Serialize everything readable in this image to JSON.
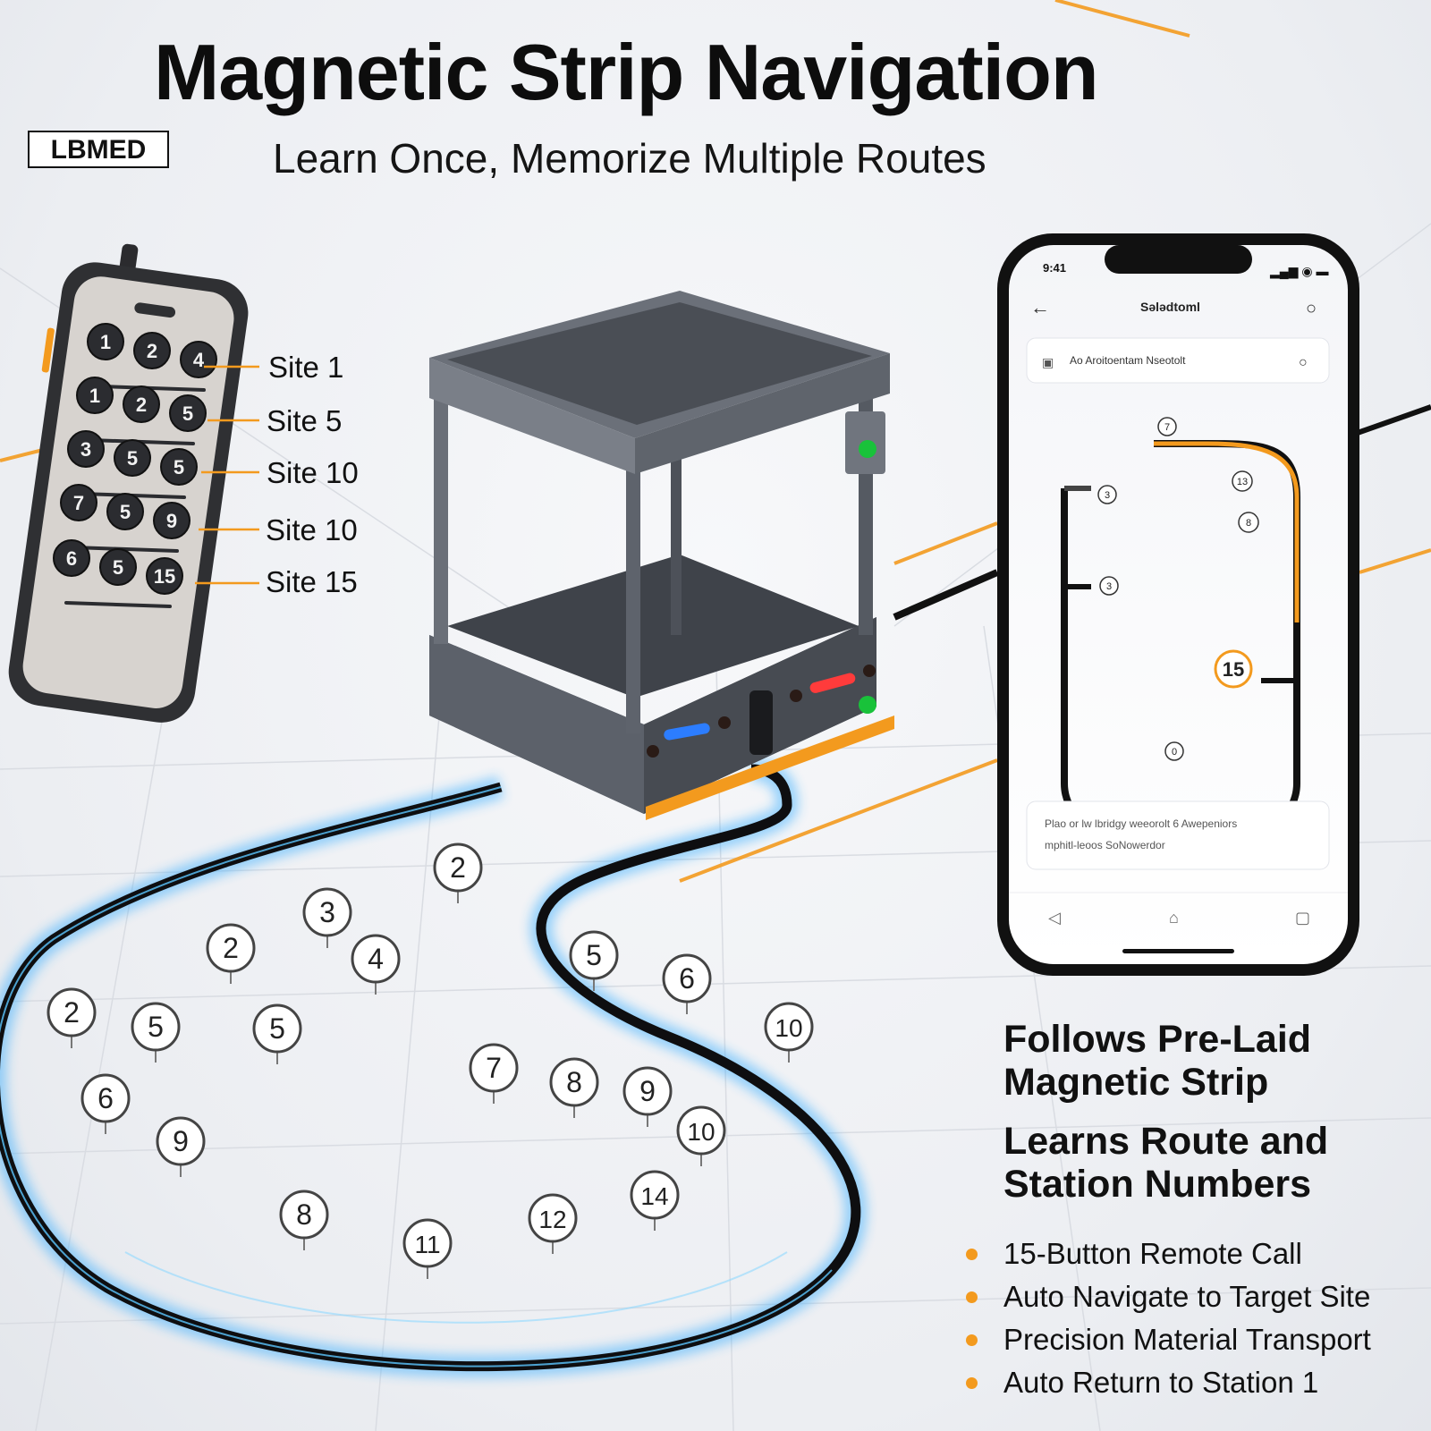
{
  "header": {
    "title": "Magnetic Strip Navigation",
    "brand": "LBMED",
    "subtitle": "Learn Once, Memorize Multiple Routes"
  },
  "remote": {
    "buttons": [
      "1",
      "2",
      "4",
      "1",
      "2",
      "5",
      "3",
      "5",
      "5",
      "7",
      "5",
      "9",
      "6",
      "5",
      "15"
    ],
    "site_labels": [
      "Site 1",
      "Site 5",
      "Site 10",
      "Site 10",
      "Site 15"
    ]
  },
  "phone": {
    "status_time": "9:41",
    "screen_title": "Sələdtoml",
    "search_text": "Ao Aroitoentam Nseotolt",
    "map_markers": [
      "7",
      "3",
      "13",
      "8",
      "3",
      "15",
      "0"
    ],
    "info_card_lines": [
      "Plao or lw lbridgy weeorolt 6 Awepeniors",
      "mphitl-leoos SoNowerdor"
    ]
  },
  "floor_markers": [
    "2",
    "3",
    "2",
    "4",
    "2",
    "5",
    "5",
    "5",
    "6",
    "6",
    "10",
    "7",
    "8",
    "9",
    "9",
    "10",
    "8",
    "11",
    "12",
    "14"
  ],
  "features": {
    "heading_1": "Follows Pre-Laid Magnetic Strip",
    "heading_2": "Learns Route and Station Numbers",
    "bullets": [
      "15-Button Remote Call",
      "Auto Navigate to Target Site",
      "Precision Material Transport",
      "Auto Return to Station 1"
    ]
  },
  "colors": {
    "accent": "#f39a1e",
    "strip": "#111111",
    "glow": "#2aa8ff",
    "cart": "#5d626b"
  }
}
